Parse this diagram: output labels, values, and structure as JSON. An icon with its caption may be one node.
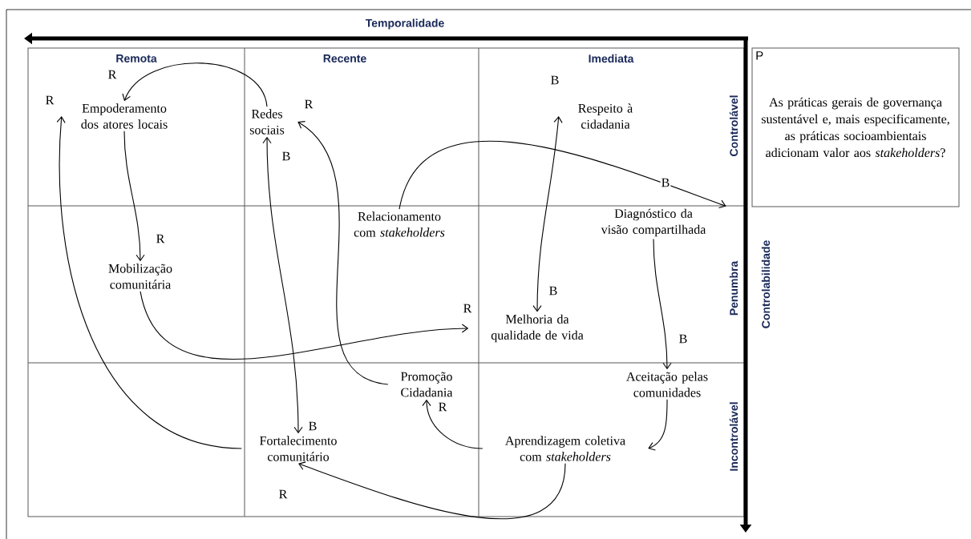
{
  "diagram": {
    "nodes": [
      {
        "text": [
          "Empoderamento dos atores locais"
        ]
      },
      {
        "text": [
          "Redes sociais"
        ]
      },
      {
        "text": [
          "Respeito à cidadania"
        ]
      },
      {
        "text": [
          "Relacionamento com *stakeholders*"
        ]
      },
      {
        "text": [
          "Diagnóstico da visão compartilhada"
        ]
      },
      {
        "text": [
          "Mobilização comunitária"
        ]
      },
      {
        "text": [
          "Melhoria da qualidade de vida"
        ]
      },
      {
        "text": [
          "Promoção Cidadania"
        ]
      },
      {
        "text": [
          "Aceitação pelas comunidades"
        ]
      },
      {
        "text": [
          "Fortalecimento comunitário"
        ]
      },
      {
        "text": [
          "Aprendizagem coletiva com *stakeholders*"
        ]
      },
      {
        "text": [
          "P",
          "As práticas gerais de governança sustentável e, mais especificamente, as práticas socioambientais adicionam valor aos *stakeholders*?"
        ]
      }
    ],
    "edges": [
      {
        "from": 1,
        "to": 0,
        "arrow": "to",
        "label": "R"
      },
      {
        "from": 9,
        "to": 0,
        "arrow": "to",
        "label": "R"
      },
      {
        "from": 0,
        "to": 5,
        "arrow": "to",
        "label": "R"
      },
      {
        "from": 1,
        "to": 9,
        "arrow": "both",
        "label": "B"
      },
      {
        "from": 7,
        "to": 1,
        "arrow": "to",
        "label": "R"
      },
      {
        "from": 3,
        "to": 4,
        "arrow": "to",
        "label": "B"
      },
      {
        "from": 2,
        "to": 6,
        "arrow": "both",
        "label": "B"
      },
      {
        "from": 5,
        "to": 6,
        "arrow": "to",
        "label": "R"
      },
      {
        "from": 4,
        "to": 8,
        "arrow": "to",
        "label": "B"
      },
      {
        "from": 8,
        "to": 10,
        "arrow": "to"
      },
      {
        "from": 10,
        "to": 7,
        "arrow": "to",
        "label": "R"
      },
      {
        "from": 10,
        "to": 9,
        "arrow": "to",
        "label": "R"
      }
    ],
    "labels": [
      "Temporalidade",
      "Remota",
      "Recente",
      "Imediata",
      "Controlável",
      "Penumbra",
      "Incontrolável",
      "Controlabilidade",
      "B",
      "B"
    ]
  }
}
